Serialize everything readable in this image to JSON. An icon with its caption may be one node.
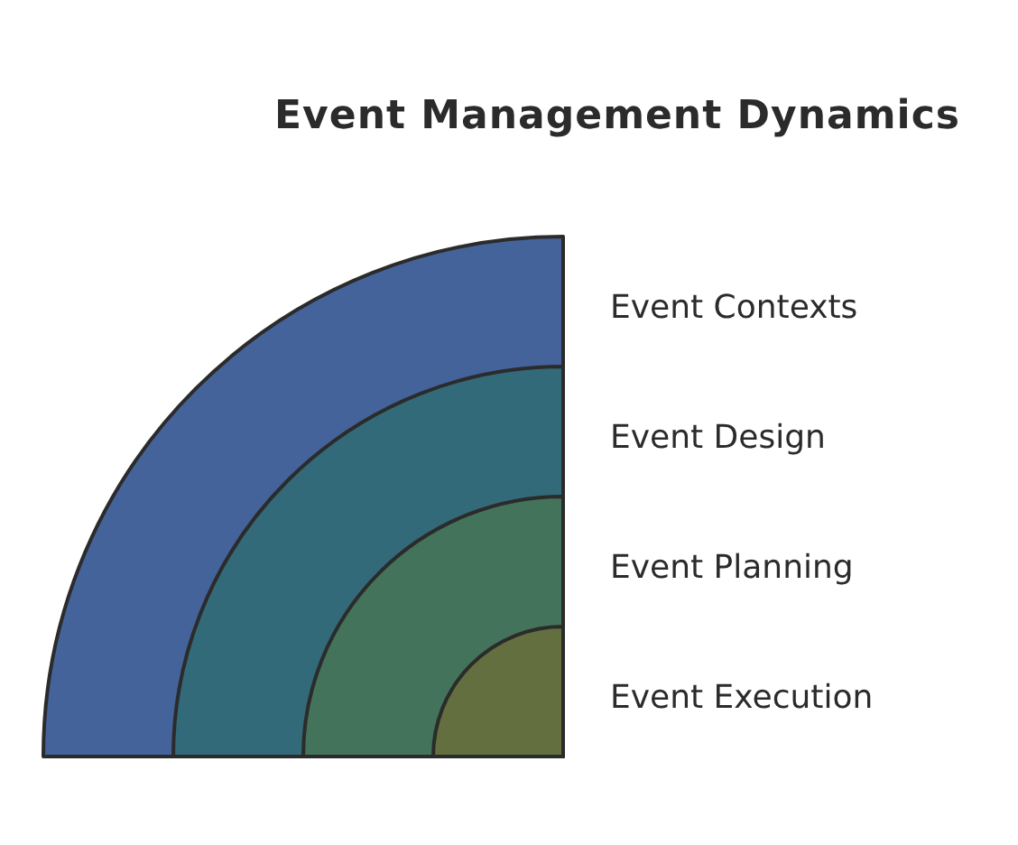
{
  "diagram": {
    "title": "Event Management Dynamics",
    "nodes": [
      {
        "text": [
          "Event Contexts"
        ]
      },
      {
        "text": [
          "Event Design"
        ],
        "in": 0
      },
      {
        "text": [
          "Event Planning"
        ],
        "in": 1
      },
      {
        "text": [
          "Event Execution"
        ],
        "in": 2
      }
    ]
  }
}
